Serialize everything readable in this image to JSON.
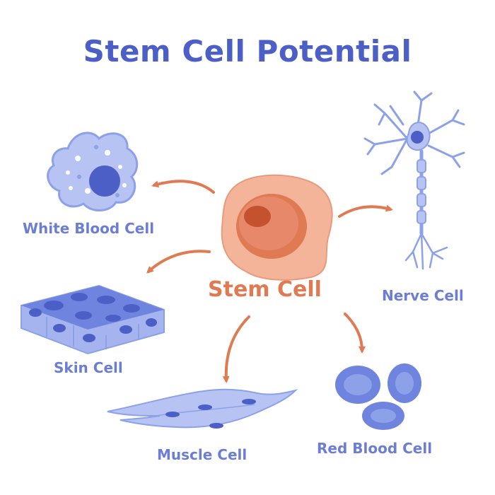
{
  "title": "Stem Cell Potential",
  "center": {
    "label": "Stem Cell"
  },
  "targets": [
    {
      "label": "White Blood Cell"
    },
    {
      "label": "Skin Cell"
    },
    {
      "label": "Muscle Cell"
    },
    {
      "label": "Red Blood Cell"
    },
    {
      "label": "Nerve Cell"
    }
  ],
  "colors": {
    "title": "#4b5fc6",
    "label": "#6c7ed4",
    "stem_label": "#e07a52",
    "arrow": "#e07a52",
    "stem_cell": "#f4b49a",
    "stem_nucleus": "#d8623f",
    "cell_light": "#b7c3f2",
    "cell_mid": "#8da1e8",
    "cell_dark": "#4b5fc6"
  }
}
